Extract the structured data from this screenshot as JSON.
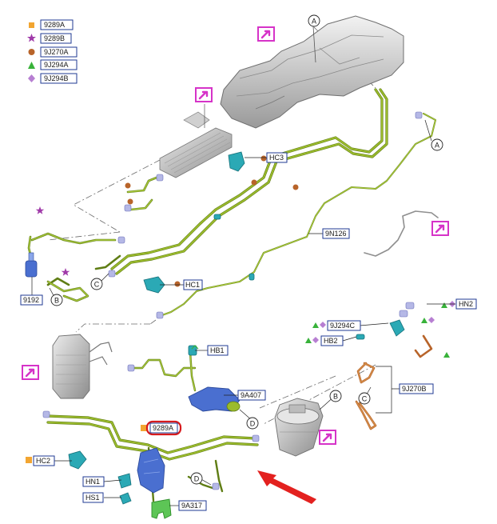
{
  "legend": [
    {
      "symbol": "square",
      "color": "#f2a531",
      "code": "9289A"
    },
    {
      "symbol": "star",
      "color": "#a03aa9",
      "code": "9289B"
    },
    {
      "symbol": "circle",
      "color": "#b8642a",
      "code": "9J270A"
    },
    {
      "symbol": "triangle",
      "color": "#38b23a",
      "code": "9J294A"
    },
    {
      "symbol": "diamond",
      "color": "#b77fd2",
      "code": "9J294B"
    }
  ],
  "callouts": {
    "hc3": "HC3",
    "n126": "9N126",
    "n9192": "9192",
    "hc1": "HC1",
    "hn2": "HN2",
    "j294c": "9J294C",
    "hb2": "HB2",
    "hb1": "HB1",
    "a407": "9A407",
    "j270b": "9J270B",
    "n9289a": "9289A",
    "hc2": "HC2",
    "hn1": "HN1",
    "hs1": "HS1",
    "a317": "9A317"
  },
  "refs": {
    "a1": "A",
    "a2": "A",
    "b1": "B",
    "b2": "B",
    "c1": "C",
    "c2": "C",
    "d1": "D",
    "d2": "D"
  },
  "colors": {
    "label_border": "#1f3a93",
    "label_text": "#1a1a1a",
    "label_fill": "#ffffff",
    "highlight": "#d7191c",
    "arrow": "#e3211f",
    "pipe": "#9bbb2c",
    "pipe_dark": "#5f7d14",
    "connector": "#2ba9b5",
    "connector_blue": "#4a6fd0",
    "view_icon": "#d633c8",
    "component_gray": "#c9c9c9"
  },
  "icons": [
    "view-arrow-icon"
  ]
}
